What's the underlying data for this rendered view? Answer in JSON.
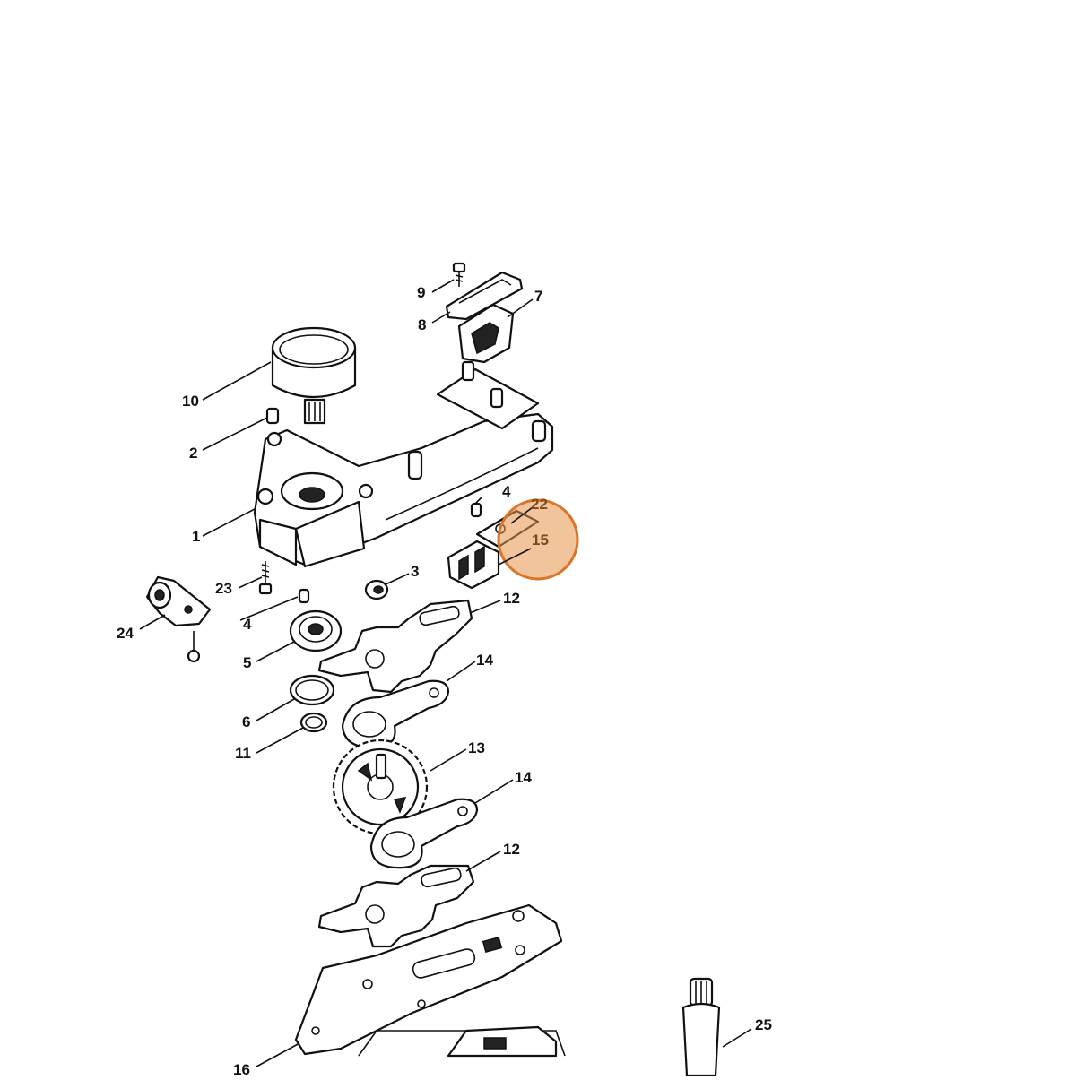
{
  "diagram": {
    "highlight": {
      "label": "15",
      "color": "#E8944A"
    },
    "parts": [
      {
        "id": "p9",
        "label": "9"
      },
      {
        "id": "p8",
        "label": "8"
      },
      {
        "id": "p7",
        "label": "7"
      },
      {
        "id": "p10",
        "label": "10"
      },
      {
        "id": "p2",
        "label": "2"
      },
      {
        "id": "p1",
        "label": "1"
      },
      {
        "id": "p4a",
        "label": "4"
      },
      {
        "id": "p22",
        "label": "22"
      },
      {
        "id": "p15",
        "label": "15"
      },
      {
        "id": "p3",
        "label": "3"
      },
      {
        "id": "p23",
        "label": "23"
      },
      {
        "id": "p4b",
        "label": "4"
      },
      {
        "id": "p12a",
        "label": "12"
      },
      {
        "id": "p24",
        "label": "24"
      },
      {
        "id": "p5",
        "label": "5"
      },
      {
        "id": "p14a",
        "label": "14"
      },
      {
        "id": "p6",
        "label": "6"
      },
      {
        "id": "p11",
        "label": "11"
      },
      {
        "id": "p13",
        "label": "13"
      },
      {
        "id": "p14b",
        "label": "14"
      },
      {
        "id": "p12b",
        "label": "12"
      },
      {
        "id": "p25",
        "label": "25"
      },
      {
        "id": "p16",
        "label": "16"
      }
    ]
  }
}
